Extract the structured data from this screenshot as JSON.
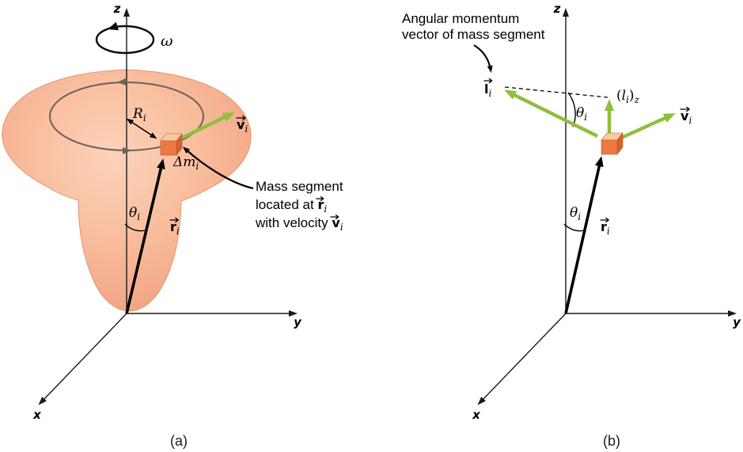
{
  "colors": {
    "body_edge": "#f19e7d",
    "body_mid": "#f7b696",
    "body_light": "#fdd3bb",
    "body_outline": "#e6946e",
    "path_gray": "#6e6259",
    "green": "#8dc03c",
    "cube_front": "#ee7a43",
    "cube_top": "#f6cba2",
    "cube_side": "#d95f2e",
    "ink": "#000000"
  },
  "panel_a": {
    "caption": "(a)",
    "axes": {
      "z": "z",
      "y": "y",
      "x": "x"
    },
    "omega": "ω",
    "radius": {
      "base": "R",
      "sub": "i"
    },
    "mass": {
      "base": "Δm",
      "sub": "i"
    },
    "theta": {
      "base": "θ",
      "sub": "i"
    },
    "rvec": {
      "base": "r",
      "sub": "i"
    },
    "vvec": {
      "base": "v",
      "sub": "i"
    },
    "annotation": {
      "line1": "Mass segment",
      "line2_prefix": "located at ",
      "line2_vec": "r",
      "line2_sub": "i",
      "line3_prefix": "with velocity ",
      "line3_vec": "v",
      "line3_sub": "i"
    }
  },
  "panel_b": {
    "caption": "(b)",
    "axes": {
      "z": "z",
      "y": "y",
      "x": "x"
    },
    "annotation": {
      "line1": "Angular momentum",
      "line2": "vector of mass segment"
    },
    "lvec": {
      "base": "l",
      "sub": "i"
    },
    "lz": {
      "open": "(",
      "base": "l",
      "sub": "i",
      "close": ")",
      "sub2": "z"
    },
    "vvec": {
      "base": "v",
      "sub": "i"
    },
    "rvec": {
      "base": "r",
      "sub": "i"
    },
    "theta_upper": {
      "base": "θ",
      "sub": "i"
    },
    "theta_lower": {
      "base": "θ",
      "sub": "i"
    }
  }
}
